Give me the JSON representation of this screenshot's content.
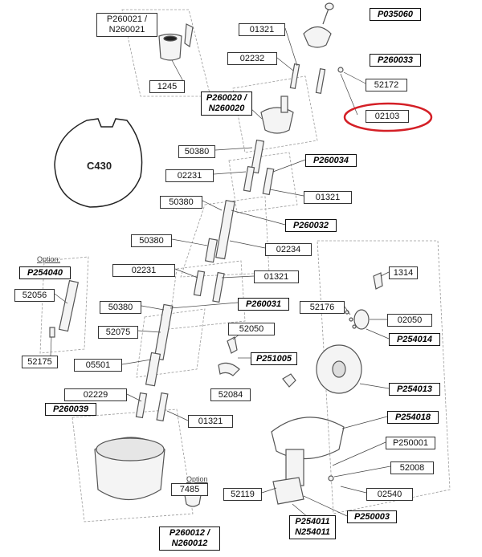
{
  "diagram": {
    "model_label": "C430",
    "option_label": "Option",
    "option_label_2": "Option:",
    "parts": {
      "p260021": "P260021 /",
      "n260021": "N260021",
      "p1245": "1245",
      "p01321_top": "01321",
      "p035060": "P035060",
      "p02232": "02232",
      "p260033": "P260033",
      "p52172": "52172",
      "p260020": "P260020 /",
      "n260020": "N260020",
      "p02103": "02103",
      "p50380_a": "50380",
      "p02231_a": "02231",
      "p260034": "P260034",
      "p01321_b": "01321",
      "p50380_b": "50380",
      "p260032": "P260032",
      "p50380_c": "50380",
      "p02234": "02234",
      "p254040": "P254040",
      "p02231_b": "02231",
      "p01321_c": "01321",
      "p1314": "1314",
      "p52056": "52056",
      "p50380_d": "50380",
      "p260031": "P260031",
      "p52176": "52176",
      "p02050": "02050",
      "p52075": "52075",
      "p52050": "52050",
      "p254014": "P254014",
      "p251005": "P251005",
      "p52175": "52175",
      "p05501": "05501",
      "p52084": "52084",
      "p254013": "P254013",
      "p02229": "02229",
      "p260039": "P260039",
      "p01321_d": "01321",
      "p254018": "P254018",
      "p250001": "P250001",
      "p52008": "52008",
      "p7485": "7485",
      "p52119": "52119",
      "p02540": "02540",
      "p250003": "P250003",
      "p254011": "P254011",
      "n254011": "N254011",
      "p260012": "P260012 /",
      "n260012": "N260012"
    },
    "highlight_color": "#d41f26"
  }
}
